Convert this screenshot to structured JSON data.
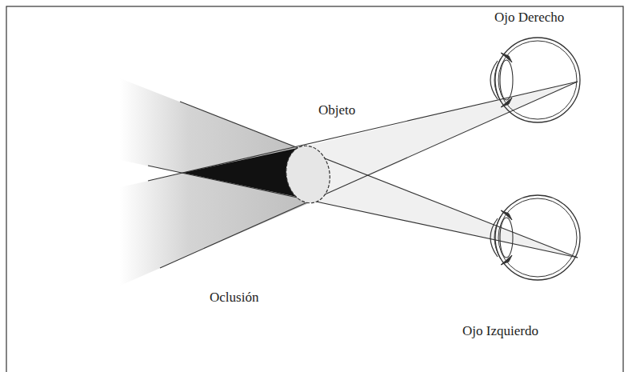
{
  "diagram": {
    "labels": [
      "Ojo Derecho",
      "Objeto",
      "Oclusión",
      "Ojo Izquierdo"
    ]
  }
}
